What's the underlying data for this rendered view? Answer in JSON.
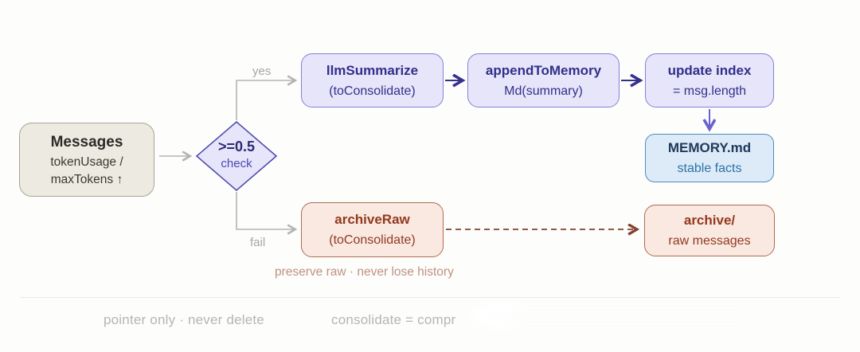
{
  "colors": {
    "background": "#fdfdfc",
    "beige_fill": "#edeae2",
    "beige_border": "#a9a499",
    "beige_text": "#2d2b26",
    "purple_fill": "#e7e5f9",
    "purple_border": "#8280da",
    "purple_text": "#312f8a",
    "diamond_fill": "#e7e5f9",
    "diamond_border": "#504daf",
    "blue_fill": "#dcebf7",
    "blue_border": "#4f8cc0",
    "blue_title": "#21395c",
    "blue_subtitle": "#2d71ab",
    "peach_fill": "#f9e9e1",
    "peach_border": "#b06a51",
    "peach_text": "#93391f",
    "gray_connector": "#b3b3b3",
    "gray_label": "#a8a6a3",
    "navy_arrow": "#34318e",
    "purple_arrow": "#6a63cf",
    "brown_dashed_arrow": "#82402e",
    "caption_text": "#c09280",
    "footer_text": "#b8b5b1",
    "divider": "#ecebe8"
  },
  "diagram": {
    "nodes": {
      "messages": {
        "title": "Messages",
        "line1": "tokenUsage /",
        "line2": "maxTokens ↑"
      },
      "decision": {
        "title": ">=0.5",
        "subtitle": "check"
      },
      "llm_summarize": {
        "title": "llmSummarize",
        "subtitle": "(toConsolidate)"
      },
      "append_to_memory": {
        "title": "appendToMemory",
        "subtitle": "Md(summary)"
      },
      "update_index": {
        "title": "update index",
        "subtitle": "= msg.length"
      },
      "memory_md": {
        "title": "MEMORY.md",
        "subtitle": "stable facts"
      },
      "archive_raw": {
        "title": "archiveRaw",
        "subtitle": "(toConsolidate)"
      },
      "archive_dir": {
        "title": "archive/",
        "subtitle": "raw messages"
      }
    },
    "edge_labels": {
      "yes": "yes",
      "fail": "fail"
    },
    "caption": "preserve raw · never lose history",
    "footer": {
      "note_left": "pointer only · never delete",
      "note_right": "consolidate = compr"
    }
  }
}
